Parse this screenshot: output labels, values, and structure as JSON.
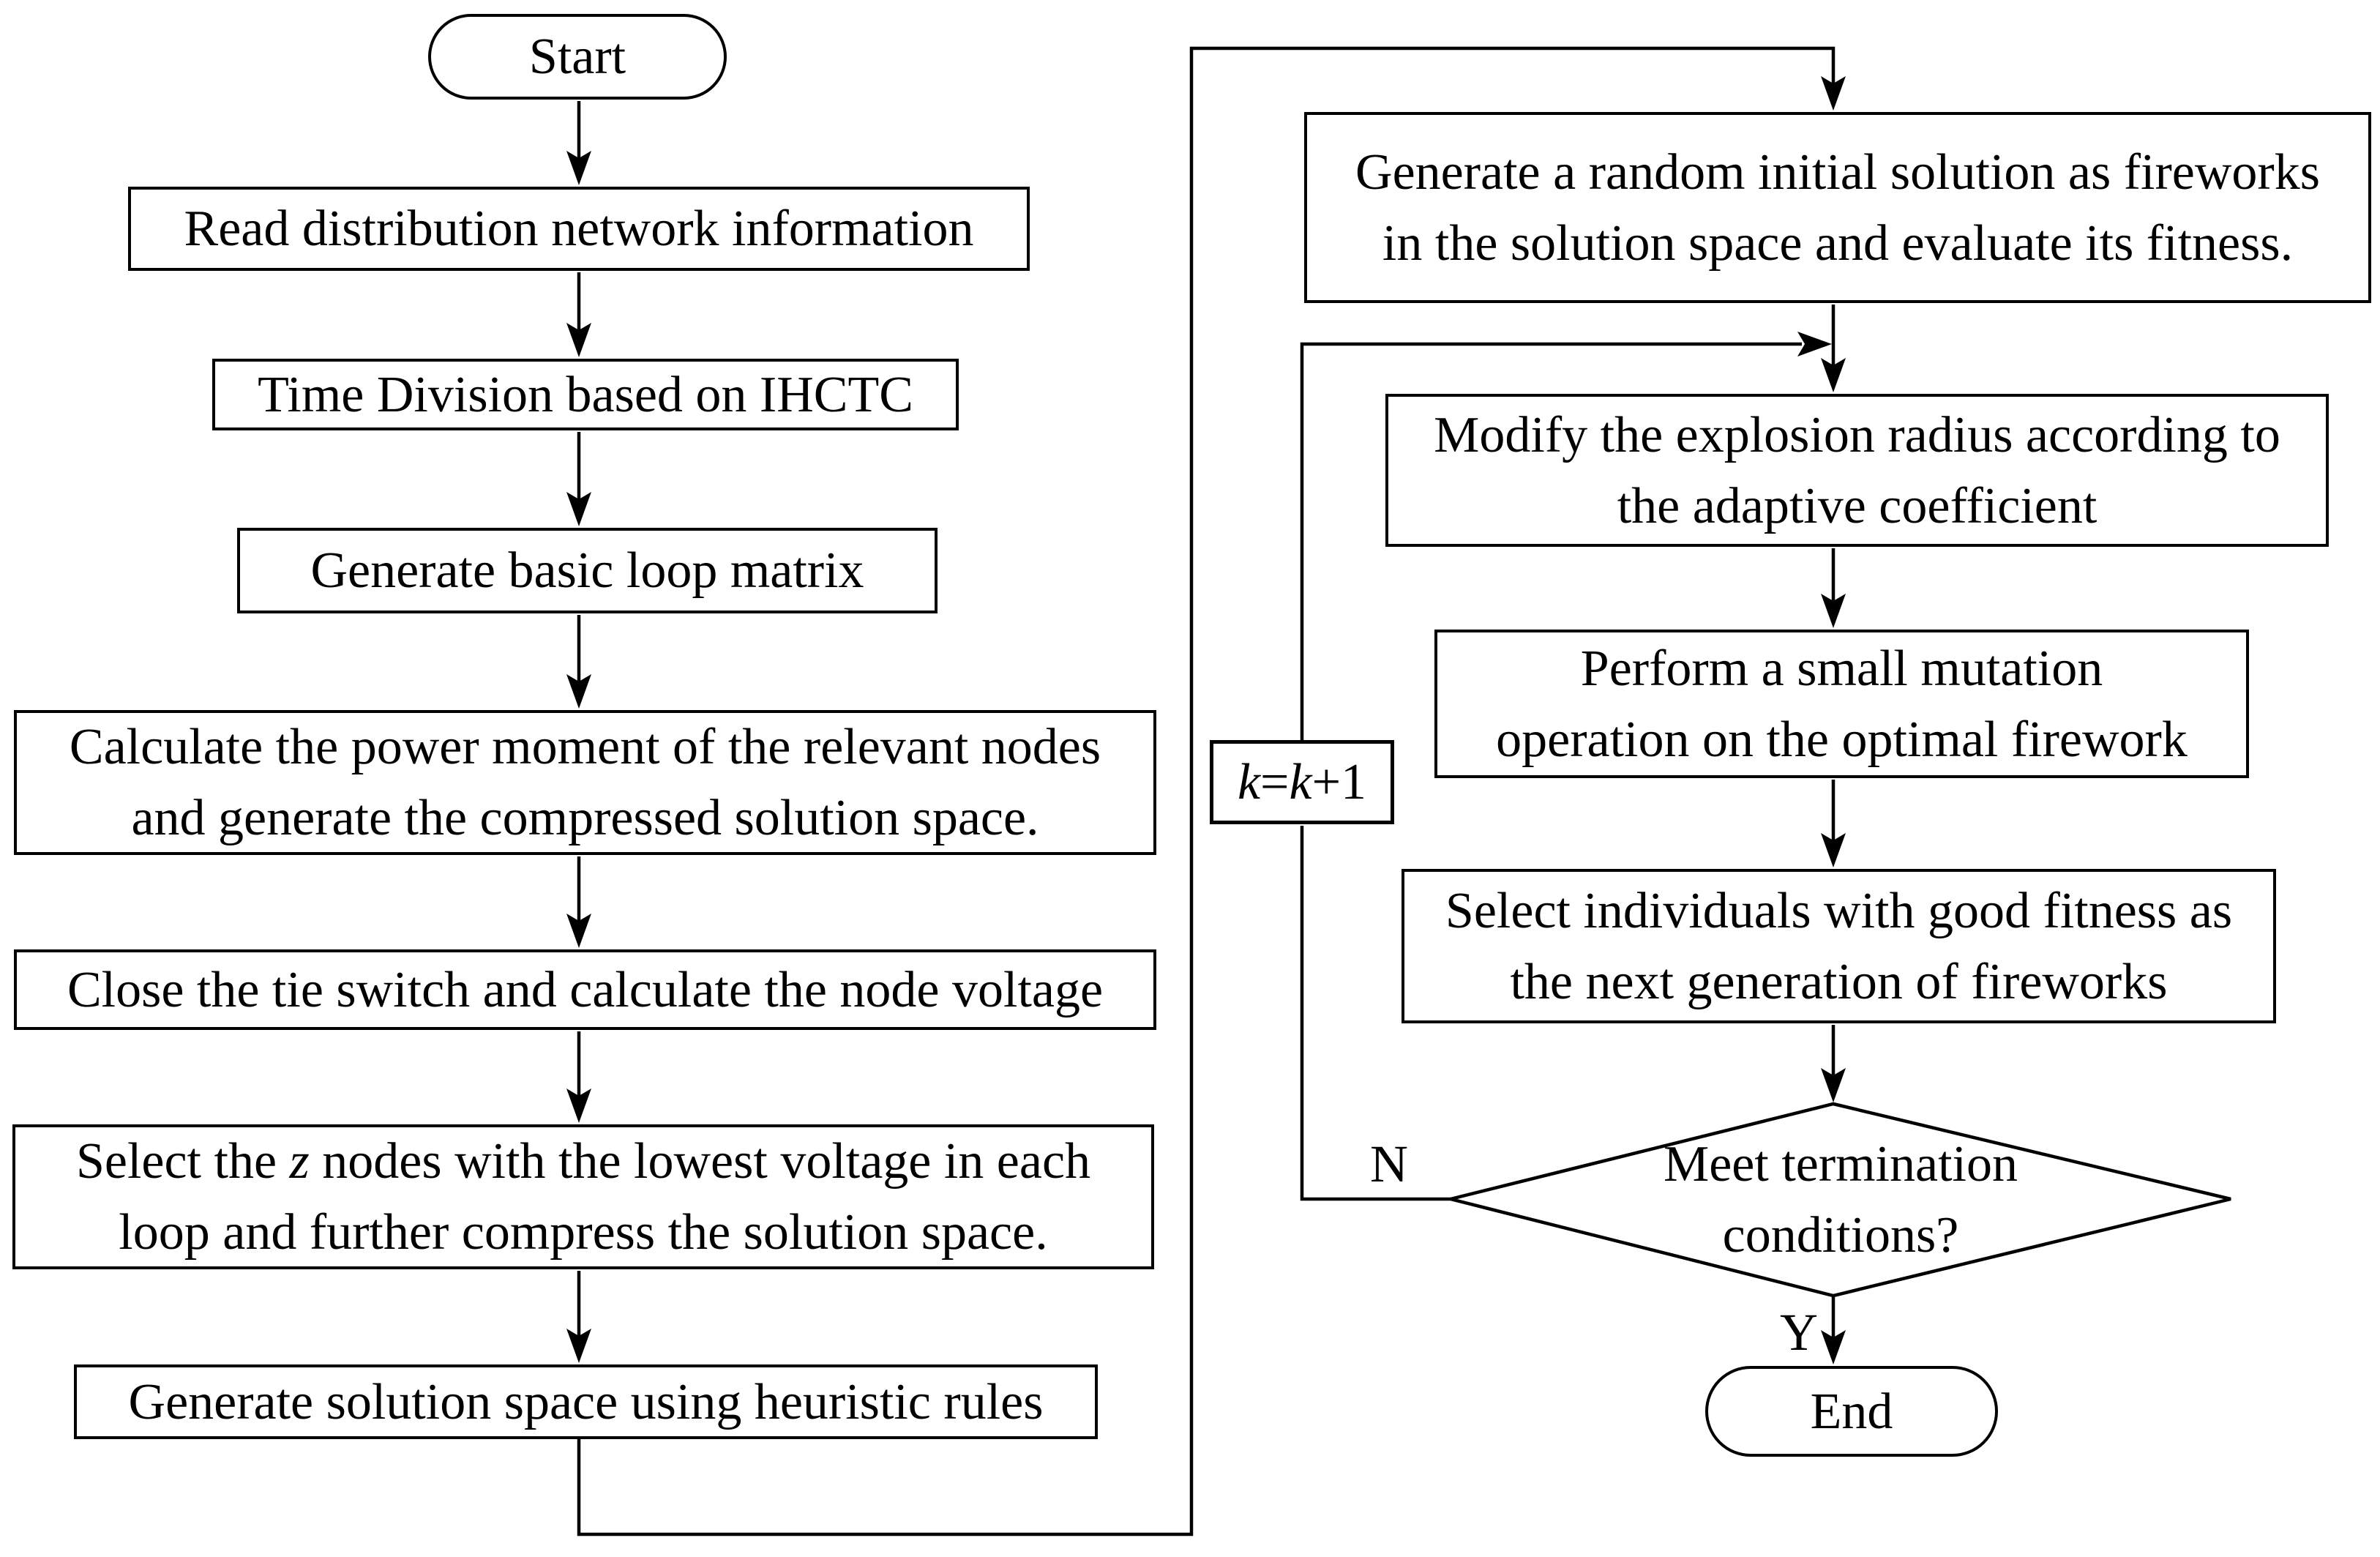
{
  "diagram_type": "flowchart",
  "colors": {
    "stroke": "#000000",
    "background": "#ffffff",
    "text": "#000000"
  },
  "nodes": {
    "start": {
      "label": "Start",
      "shape": "terminator"
    },
    "read": {
      "line1": "Read distribution network information",
      "shape": "process"
    },
    "time": {
      "line1": "Time Division based on IHCTC",
      "shape": "process"
    },
    "genloop": {
      "line1": "Generate basic loop matrix",
      "shape": "process"
    },
    "calc": {
      "line1": "Calculate the power moment of the relevant nodes",
      "line2": "and generate the compressed solution space.",
      "shape": "process"
    },
    "close": {
      "line1": "Close the tie switch and calculate the node voltage",
      "shape": "process"
    },
    "selectz": {
      "line1_pre": "Select the ",
      "line1_var": "z",
      "line1_post": " nodes with the lowest voltage in each",
      "line2": "loop and further compress the solution space.",
      "shape": "process"
    },
    "gensol": {
      "line1": "Generate solution space using heuristic rules",
      "shape": "process"
    },
    "genrandom": {
      "line1": "Generate a random initial solution as fireworks",
      "line2": "in the solution space and evaluate its fitness.",
      "shape": "process"
    },
    "modify": {
      "line1": "Modify the explosion radius according to",
      "line2": "the adaptive coefficient",
      "shape": "process"
    },
    "perform": {
      "line1": "Perform a small mutation",
      "line2": "operation on the optimal firework",
      "shape": "process"
    },
    "selectind": {
      "line1": "Select individuals with good fitness as",
      "line2": "the next generation of fireworks",
      "shape": "process"
    },
    "decision": {
      "line1": "Meet termination",
      "line2": "conditions?",
      "shape": "decision"
    },
    "kupdate": {
      "var1": "k",
      "eq": "=",
      "var2": "k",
      "inc": "+1",
      "shape": "process"
    },
    "end": {
      "label": "End",
      "shape": "terminator"
    }
  },
  "labels": {
    "no": "N",
    "yes": "Y"
  },
  "edges": [
    {
      "from": "start",
      "to": "read"
    },
    {
      "from": "read",
      "to": "time"
    },
    {
      "from": "time",
      "to": "genloop"
    },
    {
      "from": "genloop",
      "to": "calc"
    },
    {
      "from": "calc",
      "to": "close"
    },
    {
      "from": "close",
      "to": "selectz"
    },
    {
      "from": "selectz",
      "to": "gensol"
    },
    {
      "from": "gensol",
      "to": "genrandom"
    },
    {
      "from": "genrandom",
      "to": "modify"
    },
    {
      "from": "modify",
      "to": "perform"
    },
    {
      "from": "perform",
      "to": "selectind"
    },
    {
      "from": "selectind",
      "to": "decision"
    },
    {
      "from": "decision",
      "to": "end",
      "label": "Y"
    },
    {
      "from": "decision",
      "to": "kupdate",
      "label": "N"
    },
    {
      "from": "kupdate",
      "to": "modify"
    }
  ]
}
